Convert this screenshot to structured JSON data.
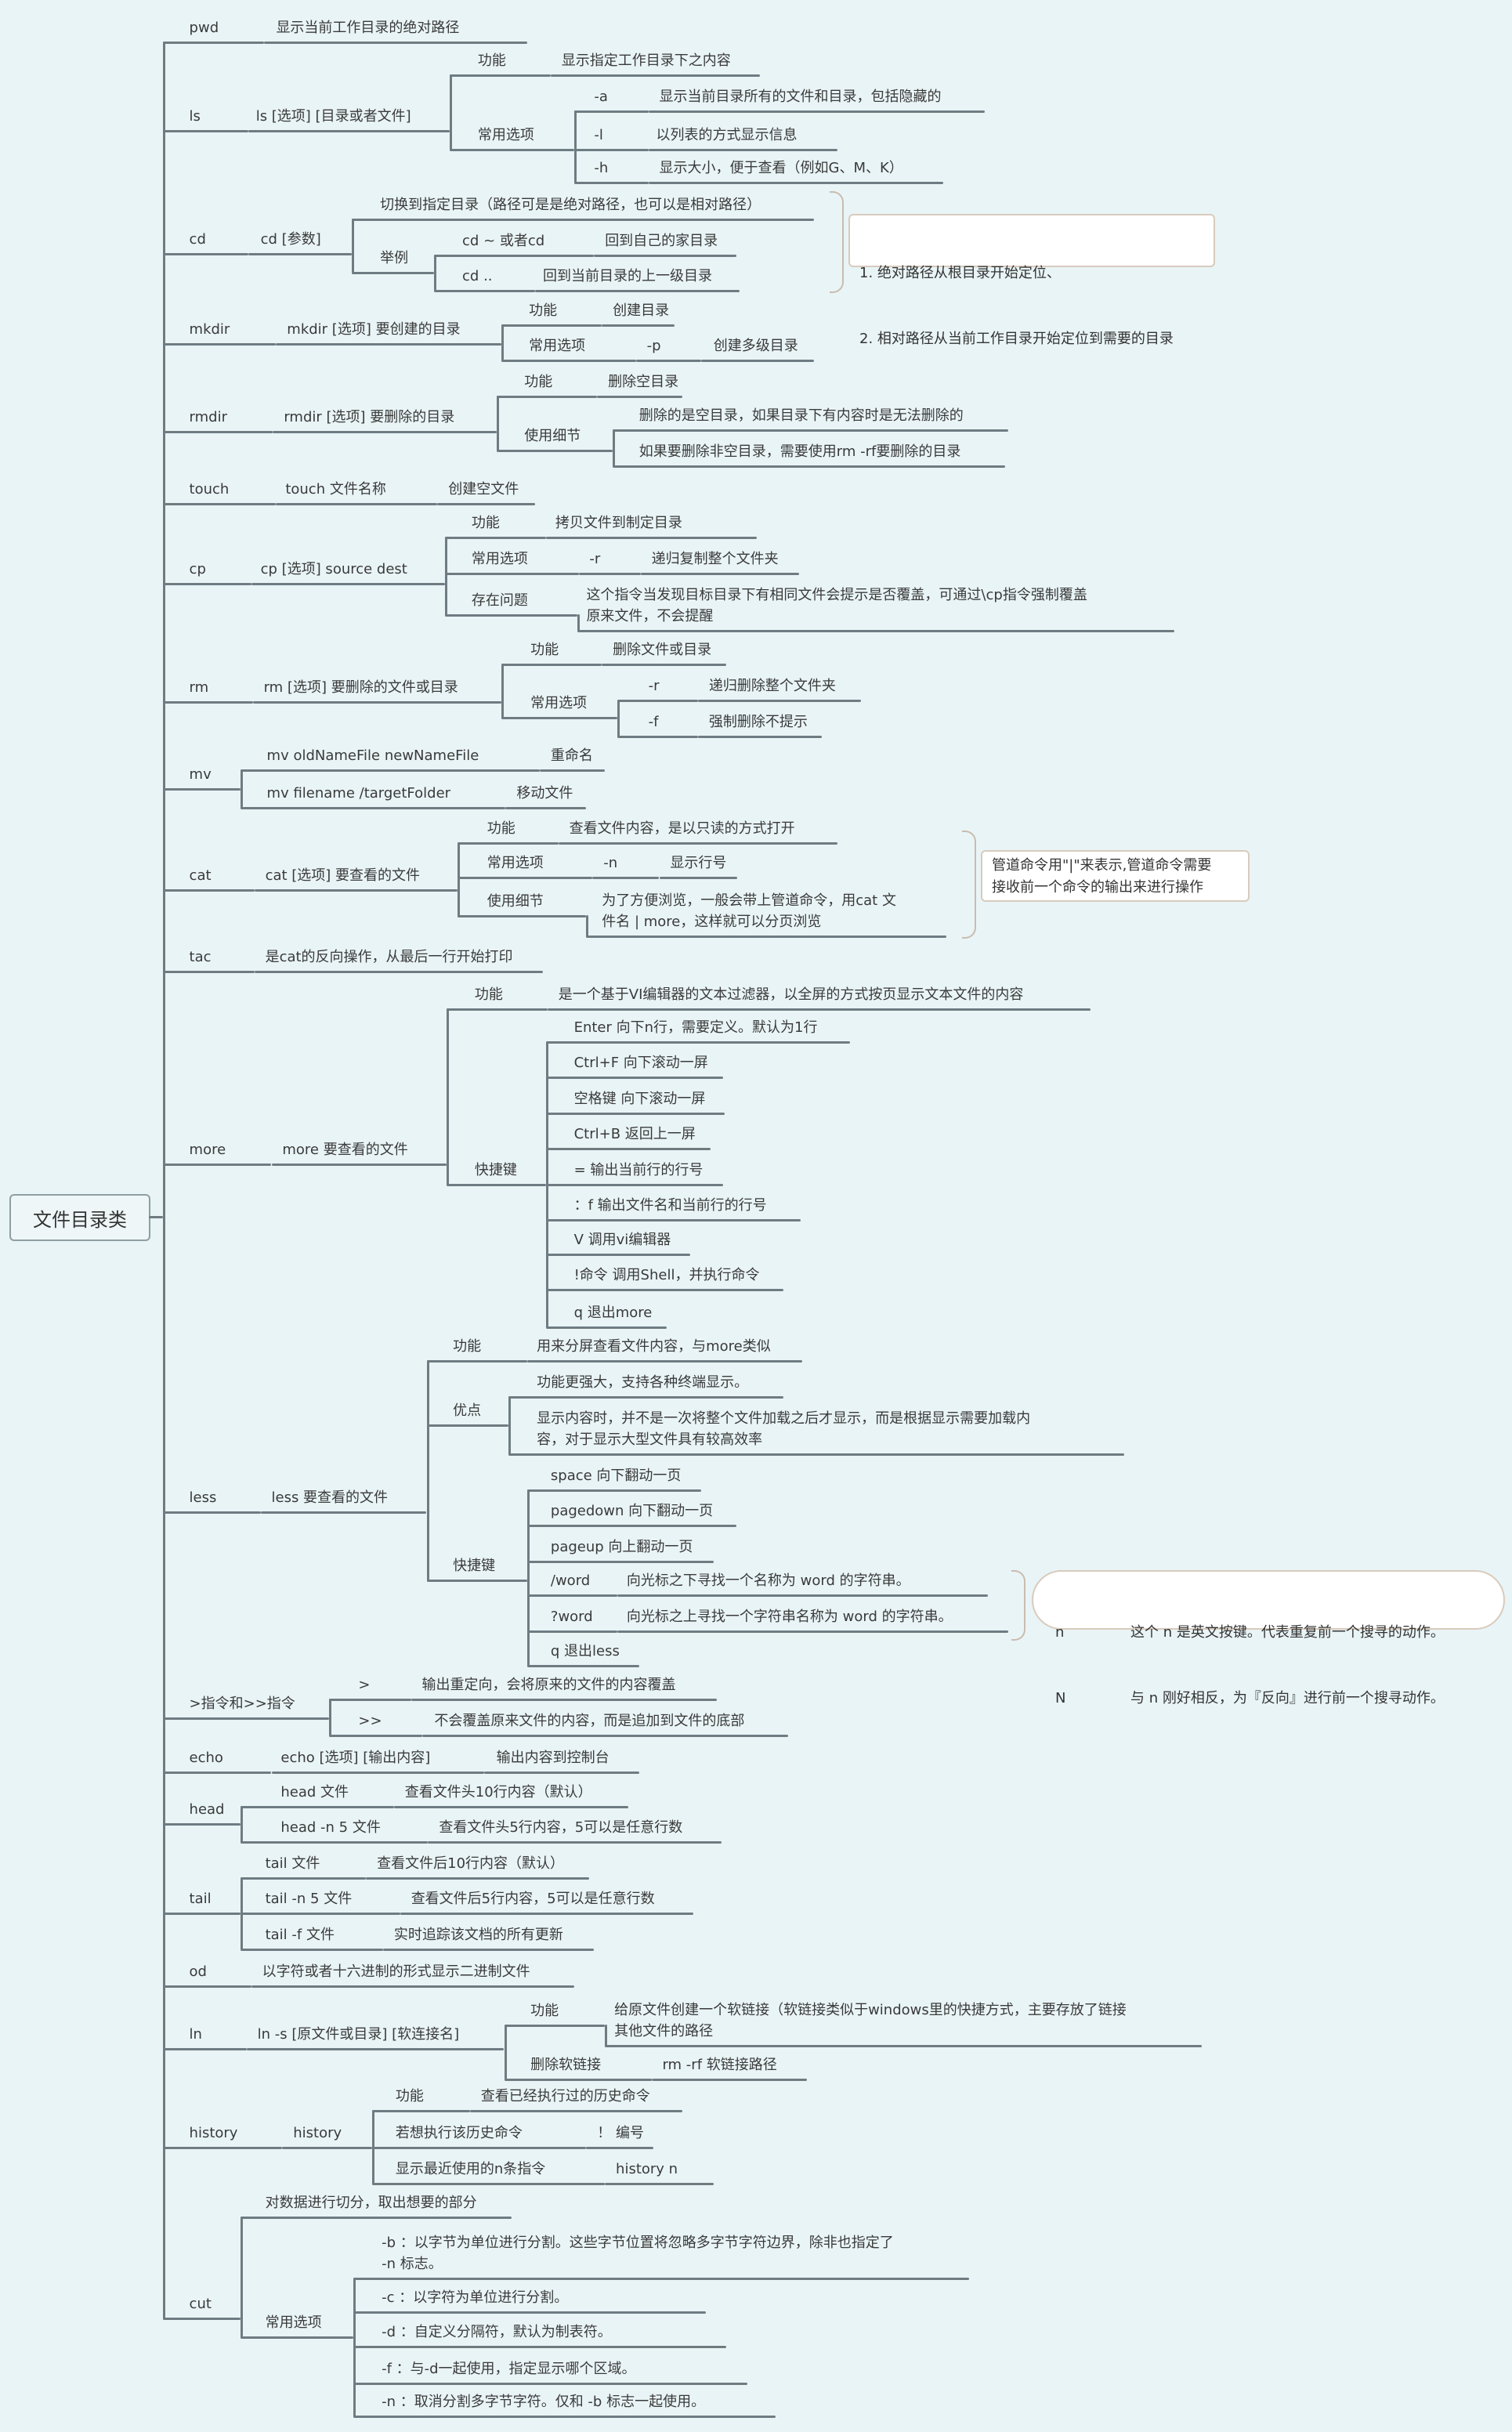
{
  "root": "文件目录类",
  "pwd": {
    "name": "pwd",
    "desc": "显示当前工作目录的绝对路径"
  },
  "ls": {
    "name": "ls",
    "syntax": "ls [选项] [目录或者文件]",
    "func_label": "功能",
    "func": "显示指定工作目录下之内容",
    "opts_label": "常用选项",
    "opts": [
      {
        "flag": "-a",
        "desc": "显示当前目录所有的文件和目录，包括隐藏的"
      },
      {
        "flag": "-l",
        "desc": "以列表的方式显示信息"
      },
      {
        "flag": "-h",
        "desc": "显示大小，便于查看（例如G、M、K）"
      }
    ]
  },
  "cd": {
    "name": "cd",
    "syntax": "cd [参数]",
    "desc": "切换到指定目录（路径可是是绝对路径，也可以是相对路径）",
    "example_label": "举例",
    "examples": [
      {
        "cmd": "cd ~ 或者cd",
        "desc": "回到自己的家目录"
      },
      {
        "cmd": "cd ..",
        "desc": "回到当前目录的上一级目录"
      }
    ],
    "note": [
      "1. 绝对路径从根目录开始定位、",
      "2. 相对路径从当前工作目录开始定位到需要的目录"
    ]
  },
  "mkdir": {
    "name": "mkdir",
    "syntax": "mkdir [选项] 要创建的目录",
    "func_label": "功能",
    "func": "创建目录",
    "opts_label": "常用选项",
    "opt_flag": "-p",
    "opt_desc": "创建多级目录"
  },
  "rmdir": {
    "name": "rmdir",
    "syntax": "rmdir [选项] 要删除的目录",
    "func_label": "功能",
    "func": "删除空目录",
    "detail_label": "使用细节",
    "details": [
      "删除的是空目录，如果目录下有内容时是无法删除的",
      "如果要删除非空目录，需要使用rm -rf要删除的目录"
    ]
  },
  "touch": {
    "name": "touch",
    "syntax": "touch 文件名称",
    "desc": "创建空文件"
  },
  "cp": {
    "name": "cp",
    "syntax": "cp [选项] source dest",
    "func_label": "功能",
    "func": "拷贝文件到制定目录",
    "opts_label": "常用选项",
    "opt_flag": "-r",
    "opt_desc": "递归复制整个文件夹",
    "issue_label": "存在问题",
    "issue": "这个指令当发现目标目录下有相同文件会提示是否覆盖，可通过\\cp指令强制覆盖\n原来文件，不会提醒"
  },
  "rm": {
    "name": "rm",
    "syntax": "rm [选项] 要删除的文件或目录",
    "func_label": "功能",
    "func": "删除文件或目录",
    "opts_label": "常用选项",
    "opts": [
      {
        "flag": "-r",
        "desc": "递归删除整个文件夹"
      },
      {
        "flag": "-f",
        "desc": "强制删除不提示"
      }
    ]
  },
  "mv": {
    "name": "mv",
    "items": [
      {
        "cmd": "mv oldNameFile newNameFile",
        "desc": "重命名"
      },
      {
        "cmd": "mv filename /targetFolder",
        "desc": "移动文件"
      }
    ]
  },
  "cat": {
    "name": "cat",
    "syntax": "cat [选项] 要查看的文件",
    "func_label": "功能",
    "func": "查看文件内容，是以只读的方式打开",
    "opts_label": "常用选项",
    "opt_flag": "-n",
    "opt_desc": "显示行号",
    "detail_label": "使用细节",
    "detail": "为了方便浏览，一般会带上管道命令，用cat 文\n件名 | more，这样就可以分页浏览",
    "note": "管道命令用\"|\"来表示,管道命令需要\n接收前一个命令的输出来进行操作"
  },
  "tac": {
    "name": "tac",
    "desc": "是cat的反向操作，从最后一行开始打印"
  },
  "more": {
    "name": "more",
    "syntax": "more 要查看的文件",
    "func_label": "功能",
    "func": "是一个基于VI编辑器的文本过滤器，以全屏的方式按页显示文本文件的内容",
    "keys_label": "快捷键",
    "keys": [
      "Enter 向下n行，需要定义。默认为1行",
      "Ctrl+F 向下滚动一屏",
      "空格键 向下滚动一屏",
      "Ctrl+B 返回上一屏",
      "= 输出当前行的行号",
      "：f 输出文件名和当前行的行号",
      "V 调用vi编辑器",
      "!命令 调用Shell，并执行命令",
      "q 退出more"
    ]
  },
  "less": {
    "name": "less",
    "syntax": "less 要查看的文件",
    "func_label": "功能",
    "func": "用来分屏查看文件内容，与more类似",
    "adv_label": "优点",
    "advantages": [
      "功能更强大，支持各种终端显示。",
      "显示内容时，并不是一次将整个文件加载之后才显示，而是根据显示需要加载内\n容，对于显示大型文件具有较高效率"
    ],
    "keys_label": "快捷键",
    "keys": [
      "space 向下翻动一页",
      "pagedown 向下翻动一页",
      "pageup 向上翻动一页",
      "q 退出less"
    ],
    "search": [
      {
        "key": "/word",
        "desc": "向光标之下寻找一个名称为 word 的字符串。"
      },
      {
        "key": "?word",
        "desc": "向光标之上寻找一个字符串名称为 word 的字符串。"
      }
    ],
    "note": [
      {
        "key": "n",
        "desc": "这个 n 是英文按键。代表重复前一个搜寻的动作。"
      },
      {
        "key": "N",
        "desc": "与 n 刚好相反，为『反向』进行前一个搜寻动作。"
      }
    ]
  },
  "redirect": {
    "name": ">指令和>>指令",
    "items": [
      {
        "op": ">",
        "desc": "输出重定向，会将原来的文件的内容覆盖"
      },
      {
        "op": ">>",
        "desc": "不会覆盖原来文件的内容，而是追加到文件的底部"
      }
    ]
  },
  "echo": {
    "name": "echo",
    "syntax": "echo [选项] [输出内容]",
    "desc": "输出内容到控制台"
  },
  "head": {
    "name": "head",
    "items": [
      {
        "cmd": "head 文件",
        "desc": "查看文件头10行内容（默认）"
      },
      {
        "cmd": "head -n 5 文件",
        "desc": "查看文件头5行内容，5可以是任意行数"
      }
    ]
  },
  "tail": {
    "name": "tail",
    "items": [
      {
        "cmd": "tail 文件",
        "desc": "查看文件后10行内容（默认）"
      },
      {
        "cmd": "tail -n 5 文件",
        "desc": "查看文件后5行内容，5可以是任意行数"
      },
      {
        "cmd": "tail -f 文件",
        "desc": "实时追踪该文档的所有更新"
      }
    ]
  },
  "od": {
    "name": "od",
    "desc": "以字符或者十六进制的形式显示二进制文件"
  },
  "ln": {
    "name": "ln",
    "syntax": "ln -s [原文件或目录] [软连接名]",
    "func_label": "功能",
    "func": "给原文件创建一个软链接（软链接类似于windows里的快捷方式，主要存放了链接\n其他文件的路径",
    "delete_label": "删除软链接",
    "delete": "rm -rf 软链接路径"
  },
  "history": {
    "name": "history",
    "syntax": "history",
    "func_label": "功能",
    "func": "查看已经执行过的历史命令",
    "items": [
      {
        "label": "若想执行该历史命令",
        "value": "！ 编号"
      },
      {
        "label": "显示最近使用的n条指令",
        "value": "history n"
      }
    ]
  },
  "cut": {
    "name": "cut",
    "desc": "对数据进行切分，取出想要的部分",
    "opts_label": "常用选项",
    "opts": [
      "-b ：以字节为单位进行分割。这些字节位置将忽略多字节字符边界，除非也指定了\n-n 标志。",
      "-c ：以字符为单位进行分割。",
      "-d ：自定义分隔符，默认为制表符。",
      "-f ：与-d一起使用，指定显示哪个区域。",
      "-n ：取消分割多字节字符。仅和 -b 标志一起使用。"
    ]
  },
  "colors": {
    "background": "#e9f4f6",
    "line": "#6e7c82",
    "note_border": "#d8cbbd"
  }
}
